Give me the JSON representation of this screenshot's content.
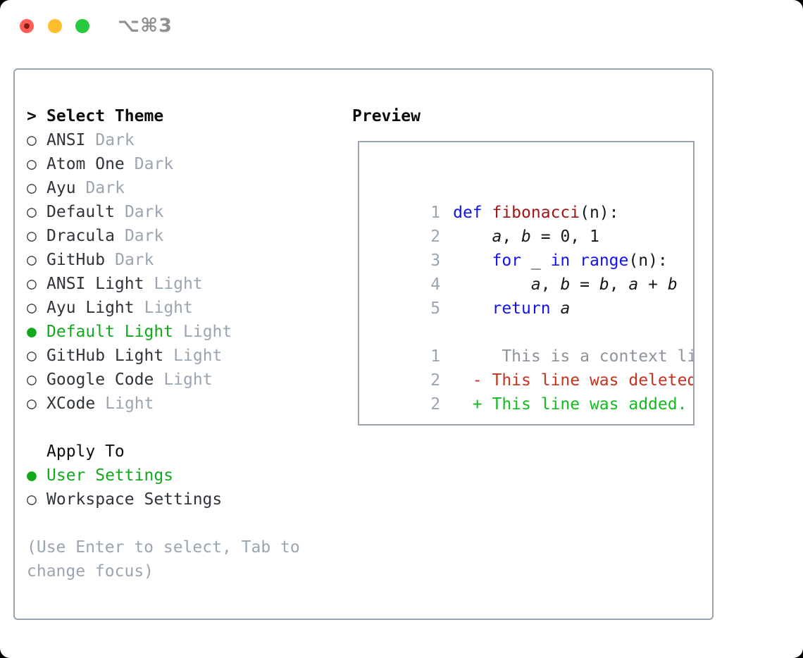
{
  "titlebar": {
    "title": "⌥⌘3"
  },
  "icons": {
    "prompt": ">",
    "radio_on": "●",
    "radio_off": "○"
  },
  "colors": {
    "accent_green": "#11a81e",
    "keyword_blue": "#1212ee",
    "function_red": "#a31515",
    "diff_red": "#c5331f",
    "diff_green": "#12bc1e",
    "muted_gray": "#9aa5b2",
    "border_gray": "#9aa4b0",
    "traffic_red": "#ff5d55",
    "traffic_yellow": "#ffbd2e",
    "traffic_green": "#27c93f"
  },
  "theme_list": {
    "header": {
      "label": "Select Theme"
    },
    "items": [
      {
        "name": "ANSI",
        "variant": "Dark",
        "selected": false
      },
      {
        "name": "Atom One",
        "variant": "Dark",
        "selected": false
      },
      {
        "name": "Ayu",
        "variant": "Dark",
        "selected": false
      },
      {
        "name": "Default",
        "variant": "Dark",
        "selected": false
      },
      {
        "name": "Dracula",
        "variant": "Dark",
        "selected": false
      },
      {
        "name": "GitHub",
        "variant": "Dark",
        "selected": false
      },
      {
        "name": "ANSI Light",
        "variant": "Light",
        "selected": false
      },
      {
        "name": "Ayu Light",
        "variant": "Light",
        "selected": false
      },
      {
        "name": "Default Light",
        "variant": "Light",
        "selected": true
      },
      {
        "name": "GitHub Light",
        "variant": "Light",
        "selected": false
      },
      {
        "name": "Google Code",
        "variant": "Light",
        "selected": false
      },
      {
        "name": "XCode",
        "variant": "Light",
        "selected": false
      }
    ]
  },
  "apply_to": {
    "header": "Apply To",
    "options": [
      {
        "label": "User Settings",
        "selected": true
      },
      {
        "label": "Workspace Settings",
        "selected": false
      }
    ]
  },
  "help": {
    "line1": "(Use Enter to select, Tab to",
    "line2": "change focus)"
  },
  "preview": {
    "header": "Preview",
    "lines": [
      {
        "num": "1",
        "segs": [
          {
            "c": "kw",
            "t": "def "
          },
          {
            "c": "fn",
            "t": "fibonacci"
          },
          {
            "c": "pl",
            "t": "(n):"
          }
        ]
      },
      {
        "num": "2",
        "segs": [
          {
            "c": "pl",
            "t": "    "
          },
          {
            "c": "var",
            "t": "a"
          },
          {
            "c": "pl",
            "t": ", "
          },
          {
            "c": "var",
            "t": "b"
          },
          {
            "c": "pl",
            "t": " = 0, 1"
          }
        ]
      },
      {
        "num": "3",
        "segs": [
          {
            "c": "pl",
            "t": "    "
          },
          {
            "c": "kw",
            "t": "for"
          },
          {
            "c": "pl",
            "t": " _ "
          },
          {
            "c": "kw",
            "t": "in"
          },
          {
            "c": "pl",
            "t": " "
          },
          {
            "c": "kw",
            "t": "range"
          },
          {
            "c": "pl",
            "t": "(n):"
          }
        ]
      },
      {
        "num": "4",
        "segs": [
          {
            "c": "pl",
            "t": "        "
          },
          {
            "c": "var",
            "t": "a"
          },
          {
            "c": "pl",
            "t": ", "
          },
          {
            "c": "var",
            "t": "b"
          },
          {
            "c": "pl",
            "t": " = "
          },
          {
            "c": "var",
            "t": "b"
          },
          {
            "c": "pl",
            "t": ", "
          },
          {
            "c": "var",
            "t": "a"
          },
          {
            "c": "pl",
            "t": " + "
          },
          {
            "c": "var",
            "t": "b"
          }
        ]
      },
      {
        "num": "5",
        "segs": [
          {
            "c": "pl",
            "t": "    "
          },
          {
            "c": "kw",
            "t": "return"
          },
          {
            "c": "pl",
            "t": " "
          },
          {
            "c": "var",
            "t": "a"
          }
        ]
      },
      {
        "num": "1",
        "segs": [
          {
            "c": "ctx",
            "t": "     This is a context line."
          }
        ]
      },
      {
        "num": "2",
        "segs": [
          {
            "c": "del",
            "t": "  - This line was deleted."
          }
        ]
      },
      {
        "num": "2",
        "segs": [
          {
            "c": "add",
            "t": "  + This line was added."
          }
        ]
      }
    ]
  }
}
